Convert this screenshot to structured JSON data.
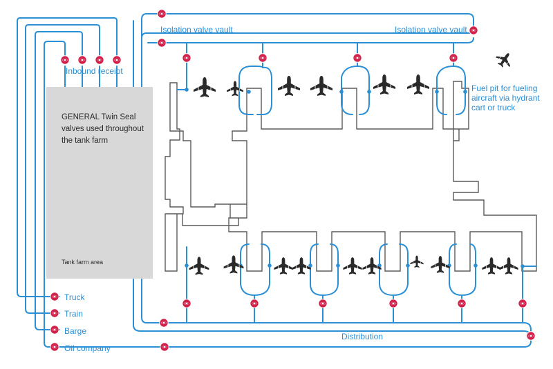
{
  "labels": {
    "inbound_receipt": "Inbound receipt",
    "isolation_left": "Isolation valve vault",
    "isolation_right": "Isolation valve vault",
    "fuel_pit": [
      "Fuel pit for fueling",
      "aircraft via hydrant",
      "cart or truck"
    ],
    "valve_note": [
      "GENERAL Twin Seal",
      "valves used throughout",
      "the tank farm"
    ],
    "tank_farm": "Tank farm area",
    "distribution": "Distribution",
    "sources": [
      "Truck",
      "Train",
      "Barge",
      "Oil company"
    ]
  },
  "colors": {
    "pipe": "#2b8fd6",
    "valve": "#d2224b",
    "building_stroke": "#5a5a5a",
    "panel": "#d8d8d8",
    "aircraft": "#2a2a2a"
  },
  "icons": [
    "twin-seal-valve-icon",
    "aircraft-icon",
    "storage-tank-icon"
  ]
}
